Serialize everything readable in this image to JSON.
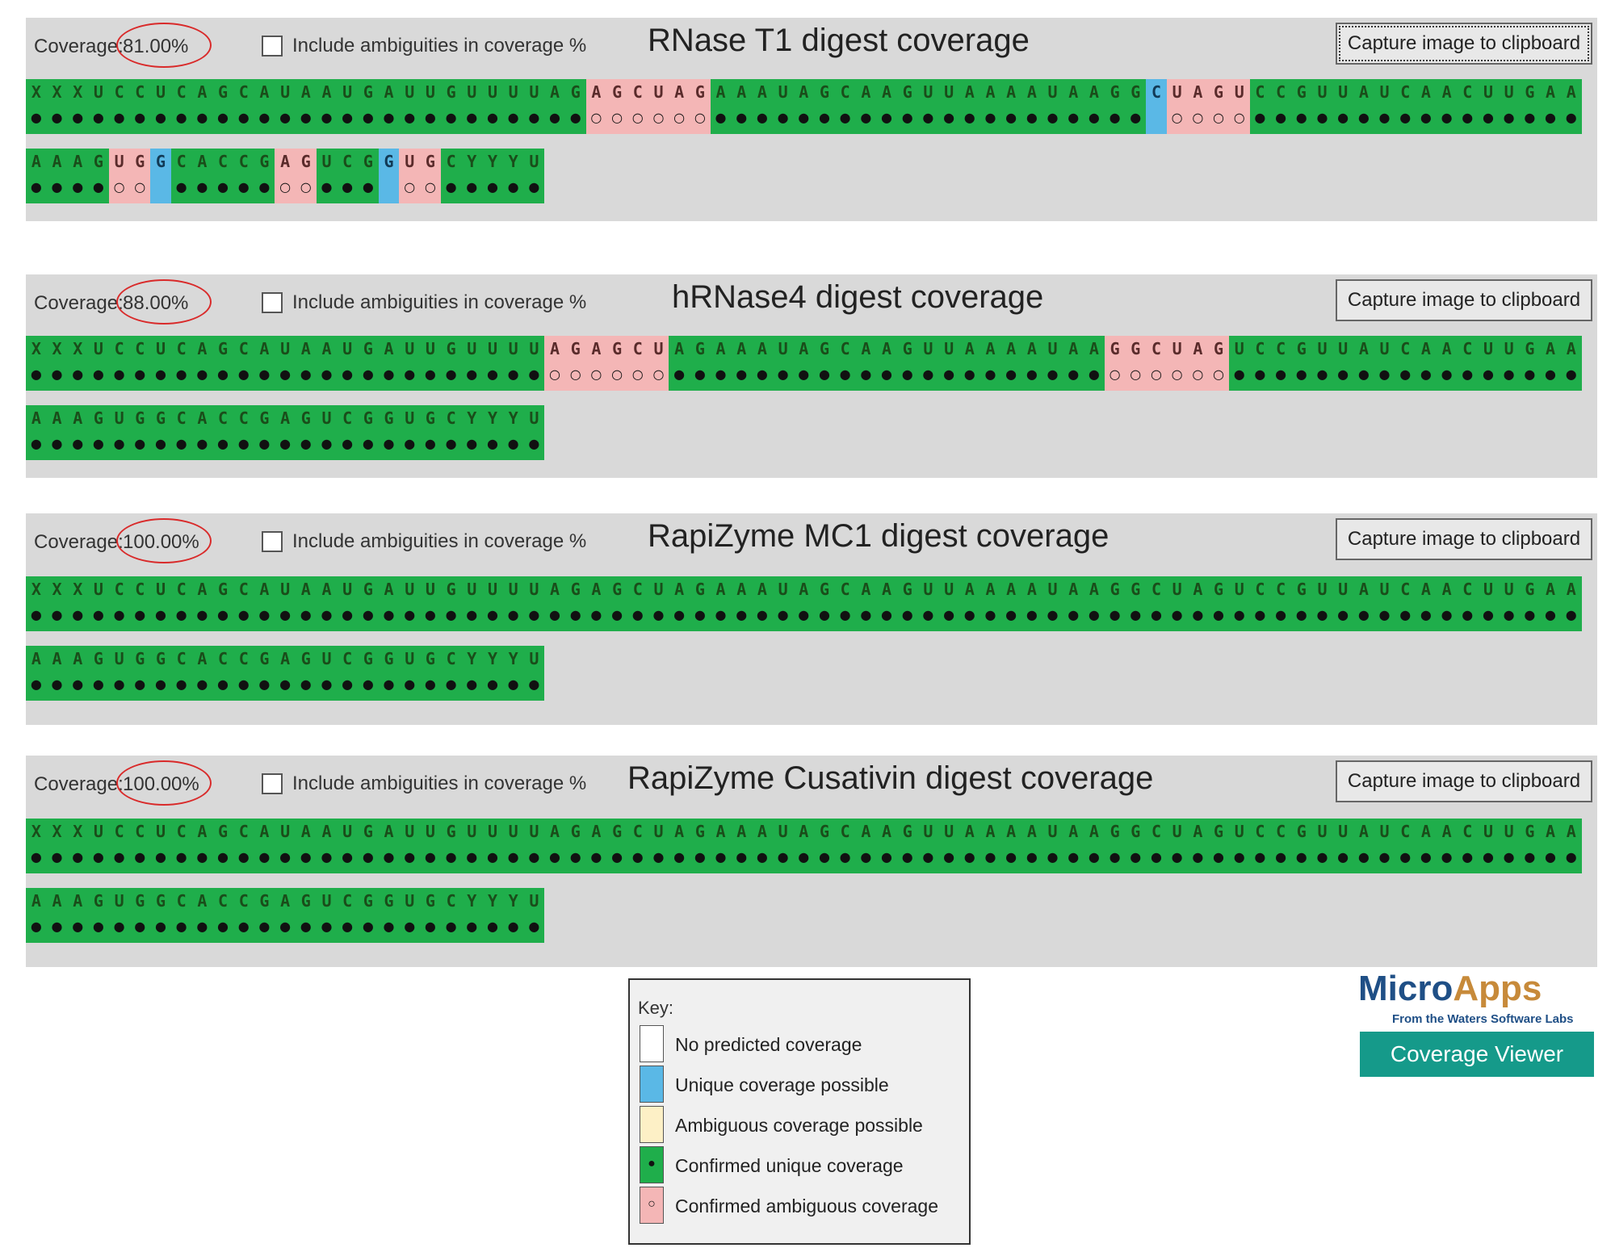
{
  "colors": {
    "confirmed_unique": "#1fae4b",
    "confirmed_ambiguous": "#f4b6b6",
    "unique_possible": "#5ab8e6",
    "ambiguous_possible": "#fdf0c6",
    "no_coverage": "#ffffff",
    "highlight_ring": "#d92a2a",
    "brand_teal": "#159a8a"
  },
  "panels": [
    {
      "coverage_label": "Coverage:",
      "coverage_value": "81.00%",
      "checkbox_label": "Include ambiguities in coverage %",
      "checkbox_checked": false,
      "title": "RNase T1 digest coverage",
      "capture_label": "Capture image to clipboard",
      "rows": [
        {
          "sequence": "XXXUCCUCAGCAUAAUGAUUGUUUUAGAGCUAGAAAUAGCAAGUUAAAAUAAGGCUAGUCCGUUAUCAACUUGAA",
          "coverage": "GGGGGGGGGGGGGGGGGGGGGGGGGGGPPPPPPGGGGGGGGGGGGGGGGGGGGGBPPPPGGGGGGGGGGGGGGGGGGGG"
        },
        {
          "sequence": "AAAGUGGCACCGAGUCGGUGCYYYU",
          "coverage": "GGGGPPBGGGGGPPGGGBPPGGGGG"
        }
      ]
    },
    {
      "coverage_label": "Coverage:",
      "coverage_value": "88.00%",
      "checkbox_label": "Include ambiguities in coverage %",
      "checkbox_checked": false,
      "title": "hRNase4 digest coverage",
      "capture_label": "Capture image to clipboard",
      "rows": [
        {
          "sequence": "XXXUCCUCAGCAUAAUGAUUGUUUUAGAGCUAGAAAUAGCAAGUUAAAAUAAGGCUAGUCCGUUAUCAACUUGAA",
          "coverage": "GGGGGGGGGGGGGGGGGGGGGGGGGPPPPPPGGGGGGGGGGGGGGGGGGGGGPPPPPPGGGGGGGGGGGGGGGGGGGG"
        },
        {
          "sequence": "AAAGUGGCACCGAGUCGGUGCYYYU",
          "coverage": "GGGGGGGGGGGGGGGGGGGGGGGGG"
        }
      ]
    },
    {
      "coverage_label": "Coverage:",
      "coverage_value": "100.00%",
      "checkbox_label": "Include ambiguities in coverage %",
      "checkbox_checked": false,
      "title": "RapiZyme MC1 digest coverage",
      "capture_label": "Capture image to clipboard",
      "rows": [
        {
          "sequence": "XXXUCCUCAGCAUAAUGAUUGUUUUAGAGCUAGAAAUAGCAAGUUAAAAUAAGGCUAGUCCGUUAUCAACUUGAA",
          "coverage": "GGGGGGGGGGGGGGGGGGGGGGGGGGGGGGGGGGGGGGGGGGGGGGGGGGGGGGGGGGGGGGGGGGGGGGGGGGGG"
        },
        {
          "sequence": "AAAGUGGCACCGAGUCGGUGCYYYU",
          "coverage": "GGGGGGGGGGGGGGGGGGGGGGGGG"
        }
      ]
    },
    {
      "coverage_label": "Coverage:",
      "coverage_value": "100.00%",
      "checkbox_label": "Include ambiguities in coverage %",
      "checkbox_checked": false,
      "title": "RapiZyme Cusativin digest coverage",
      "capture_label": "Capture image to clipboard",
      "rows": [
        {
          "sequence": "XXXUCCUCAGCAUAAUGAUUGUUUUAGAGCUAGAAAUAGCAAGUUAAAAUAAGGCUAGUCCGUUAUCAACUUGAA",
          "coverage": "GGGGGGGGGGGGGGGGGGGGGGGGGGGGGGGGGGGGGGGGGGGGGGGGGGGGGGGGGGGGGGGGGGGGGGGGGGG"
        },
        {
          "sequence": "AAAGUGGCACCGAGUCGGUGCYYYU",
          "coverage": "GGGGGGGGGGGGGGGGGGGGGGGGG"
        }
      ]
    }
  ],
  "legend": {
    "title": "Key:",
    "items": [
      {
        "label": "No predicted coverage",
        "swatch": "no_coverage",
        "symbol": ""
      },
      {
        "label": "Unique coverage possible",
        "swatch": "unique_possible",
        "symbol": ""
      },
      {
        "label": "Ambiguous coverage possible",
        "swatch": "ambiguous_possible",
        "symbol": ""
      },
      {
        "label": "Confirmed unique coverage",
        "swatch": "confirmed_unique",
        "symbol": "●"
      },
      {
        "label": "Confirmed ambiguous coverage",
        "swatch": "confirmed_ambiguous",
        "symbol": "○"
      }
    ]
  },
  "branding": {
    "logo_part1": "Micro",
    "logo_part2": "Apps",
    "tagline": "From the Waters Software Labs",
    "app_name": "Coverage Viewer"
  }
}
